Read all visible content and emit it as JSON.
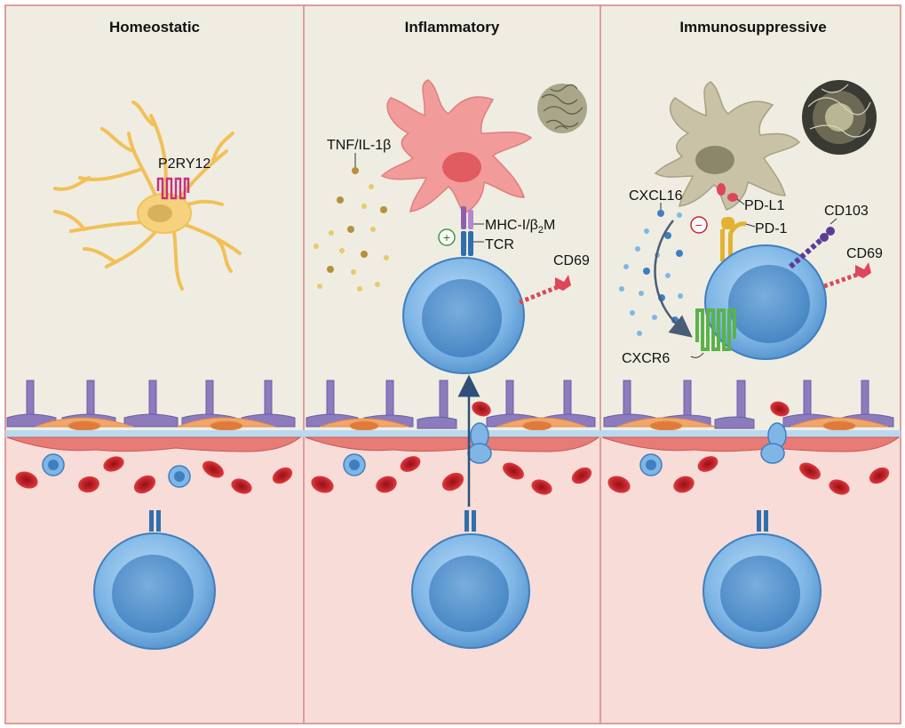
{
  "panels": [
    {
      "title": "Homeostatic"
    },
    {
      "title": "Inflammatory"
    },
    {
      "title": "Immunosuppressive"
    }
  ],
  "labels": {
    "p2ry12": "P2RY12",
    "tnf": "TNF/IL-1β",
    "mhc_main": "MHC-I/β",
    "mhc_sub": "2",
    "mhc_end": "M",
    "tcr": "TCR",
    "cd69_inflammatory": "CD69",
    "plus": "+",
    "cxcl16": "CXCL16",
    "pdl1": "PD-L1",
    "pd1": "PD-1",
    "cd103": "CD103",
    "cd69_immunosuppressive": "CD69",
    "cxcr6": "CXCR6",
    "minus": "−"
  },
  "colors": {
    "brain_bg": "#efede2",
    "blood_bg": "#f7dcd7",
    "panel_border": "#d98585",
    "microglia_homeostatic": "#f7d27e",
    "microglia_inflammatory": "#f29b9b",
    "microglia_suppressive": "#c9c2a6",
    "t_cell": "#7fb6e6",
    "rbc": "#c8242b",
    "astrocyte": "#8c7bbd",
    "pericyte": "#f2a66a",
    "endothelium": "#e77b76",
    "receptor_red": "#e0455a",
    "cxcr6_green": "#5bb24a",
    "pd1_yellow": "#e2b231",
    "cd103_purple": "#5b3d96"
  },
  "icons": [
    "microglia-icon",
    "t-cell-icon",
    "red-blood-cell-icon",
    "astrocyte-endfoot-icon",
    "amyloid-plaque-icon",
    "cytokine-dots-icon",
    "receptor-icon"
  ]
}
